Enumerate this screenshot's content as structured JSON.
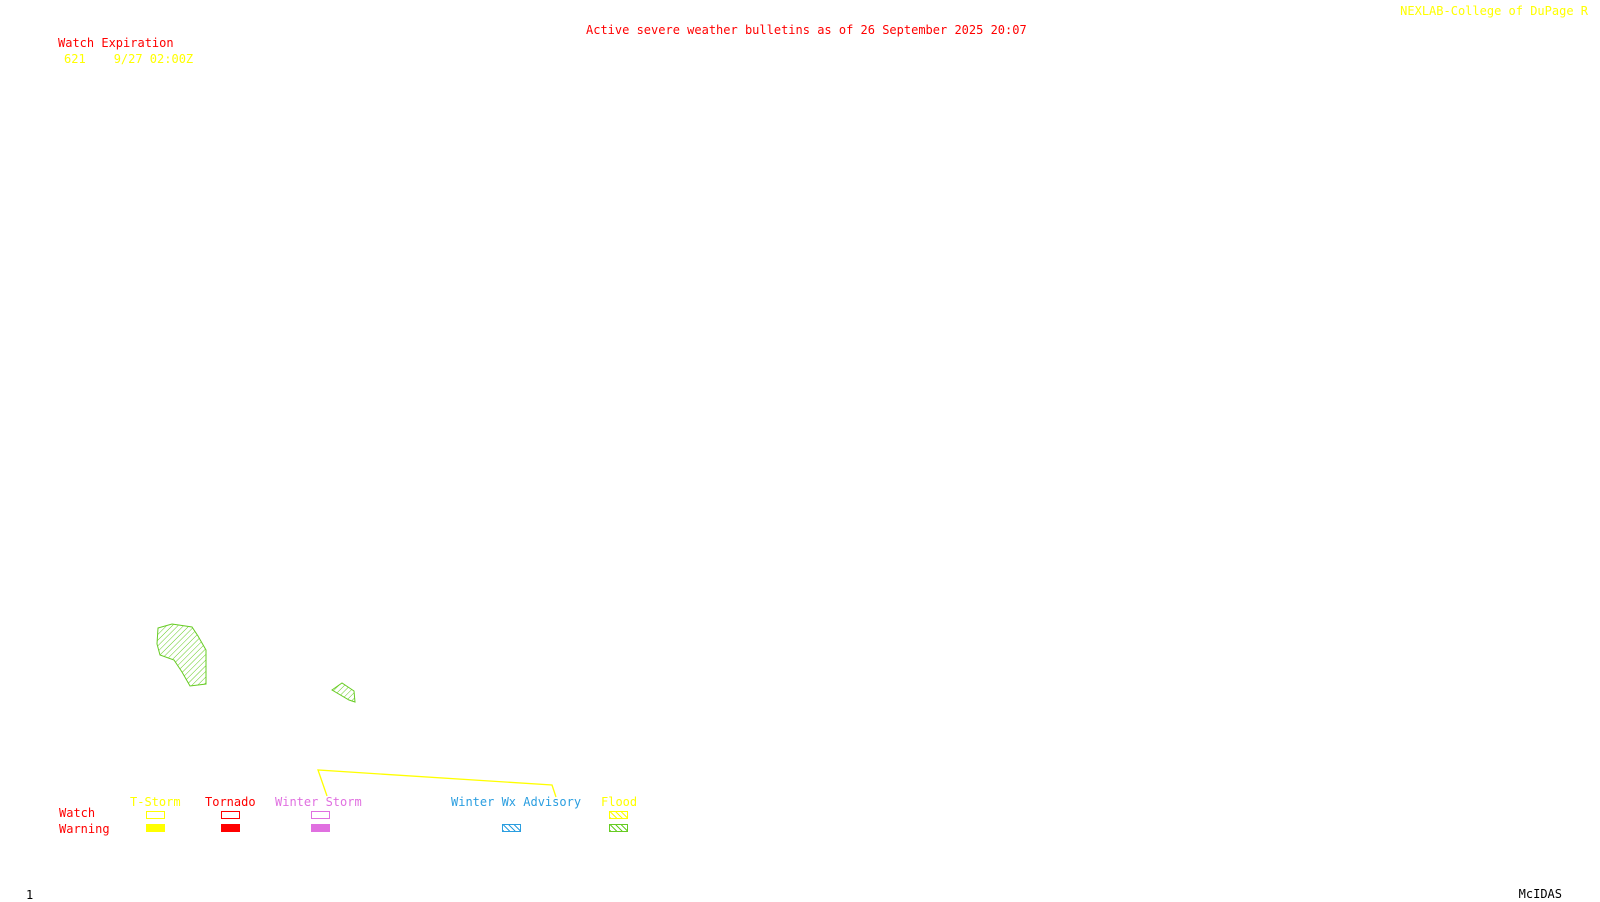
{
  "header": {
    "title": "Active severe weather bulletins as of 26 September 2025 20:07",
    "credit": "NEXLAB-College of DuPage R"
  },
  "watch_table": {
    "heading": "Watch Expiration",
    "rows": [
      {
        "number": "621",
        "expiration": "9/27 02:00Z"
      }
    ]
  },
  "legend": {
    "row_labels": {
      "watch": "Watch",
      "warning": "Warning"
    },
    "categories": [
      {
        "label": "T-Storm",
        "color": "#ffff00",
        "warning_fill": "solid"
      },
      {
        "label": "Tornado",
        "color": "#ff0000",
        "warning_fill": "solid"
      },
      {
        "label": "Winter Storm",
        "color": "#e070e0",
        "warning_fill": "solid"
      },
      {
        "label": "Winter Wx Advisory",
        "color": "#2a9ee0",
        "warning_fill": "hatched"
      },
      {
        "label": "Flood",
        "color": "#ffff00",
        "warning_color": "#66cc22",
        "warning_fill": "hatched"
      }
    ]
  },
  "map": {
    "features": [
      {
        "type": "flood-warning",
        "color": "#66cc22",
        "fill": "hatched"
      },
      {
        "type": "flood-warning",
        "color": "#66cc22",
        "fill": "hatched"
      },
      {
        "type": "thunderstorm-watch-621",
        "color": "#ffff00",
        "fill": "outline"
      }
    ]
  },
  "footer": {
    "frame_number": "1",
    "brand": "McIDAS"
  },
  "colors": {
    "title": "#ff0000",
    "credit": "#ffff00",
    "watch_heading": "#ff0000",
    "watch_row": "#ffff00",
    "row_labels": "#ff0000",
    "background": "#ffffff"
  }
}
